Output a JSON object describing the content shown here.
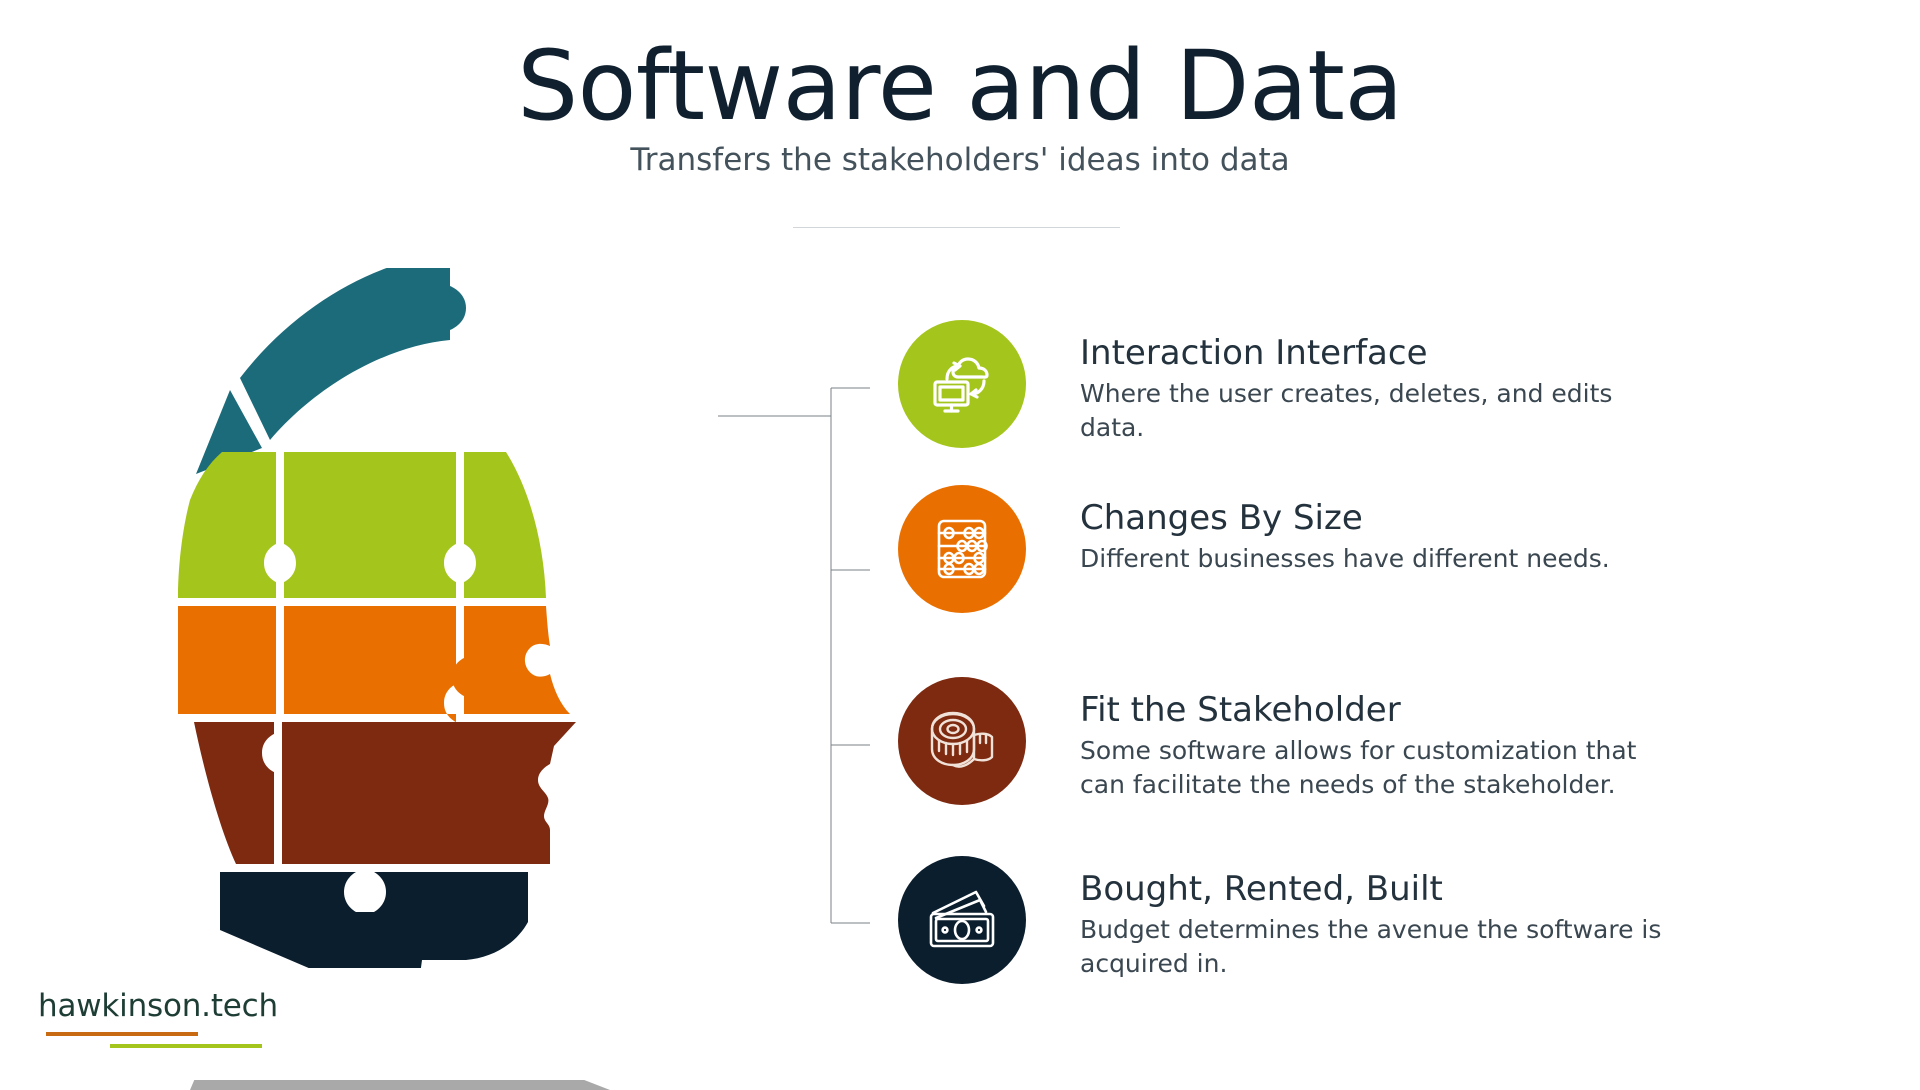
{
  "header": {
    "title": "Software and Data",
    "subtitle": "Transfers the stakeholders' ideas into data"
  },
  "colors": {
    "title_text": "#10202e",
    "subtitle_text": "#44525c",
    "item_title_text": "#23323d",
    "item_desc_text": "#3a4750",
    "divider": "#d2d6d9",
    "connector_line": "#7a8287",
    "green": "#a4c51c",
    "orange": "#e97000",
    "brown": "#7d2a10",
    "navy": "#0b1e2d",
    "teal": "#1b6b7a",
    "gray_wedge": "#a9a9a9",
    "logo_text": "#1d3d35",
    "logo_rule_orange": "#c76a12",
    "logo_rule_green": "#a4c51c"
  },
  "head_graphic": {
    "name": "puzzle-head-diagram",
    "pieces": [
      {
        "name": "cap-piece",
        "color": "#1b6b7a"
      },
      {
        "name": "forehead-row",
        "color": "#a4c51c"
      },
      {
        "name": "midface-row",
        "color": "#e97000"
      },
      {
        "name": "lowerface-row",
        "color": "#7d2a10"
      },
      {
        "name": "jaw-row",
        "color": "#0b1e2d"
      }
    ]
  },
  "items": [
    {
      "icon_name": "cloud-sync-monitor-icon",
      "icon_bg": "#a4c51c",
      "title": "Interaction Interface",
      "desc": "Where the user creates, deletes, and edits data."
    },
    {
      "icon_name": "abacus-icon",
      "icon_bg": "#e97000",
      "title": "Changes By Size",
      "desc": "Different businesses have different needs."
    },
    {
      "icon_name": "measuring-tape-icon",
      "icon_bg": "#7d2a10",
      "title": "Fit the Stakeholder",
      "desc": "Some software allows for customization that can facilitate the needs of the stakeholder."
    },
    {
      "icon_name": "banknotes-icon",
      "icon_bg": "#0b1e2d",
      "title": "Bought, Rented, Built",
      "desc": "Budget determines the avenue the software is acquired in."
    }
  ],
  "logo": {
    "wordmark": "hawkinson.tech"
  }
}
